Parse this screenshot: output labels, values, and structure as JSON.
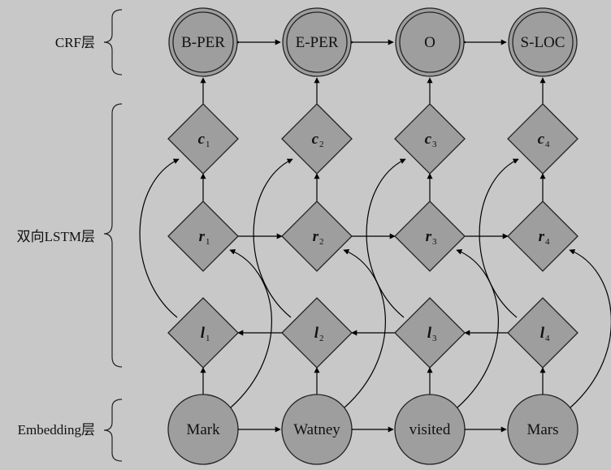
{
  "layers": {
    "crf": "CRF层",
    "bilstm": "双向LSTM层",
    "embedding": "Embedding层"
  },
  "crf_nodes": [
    "B-PER",
    "E-PER",
    "O",
    "S-LOC"
  ],
  "c_nodes": [
    {
      "symbol": "c",
      "sub": "1"
    },
    {
      "symbol": "c",
      "sub": "2"
    },
    {
      "symbol": "c",
      "sub": "3"
    },
    {
      "symbol": "c",
      "sub": "4"
    }
  ],
  "r_nodes": [
    {
      "symbol": "r",
      "sub": "1"
    },
    {
      "symbol": "r",
      "sub": "2"
    },
    {
      "symbol": "r",
      "sub": "3"
    },
    {
      "symbol": "r",
      "sub": "4"
    }
  ],
  "l_nodes": [
    {
      "symbol": "l",
      "sub": "1"
    },
    {
      "symbol": "l",
      "sub": "2"
    },
    {
      "symbol": "l",
      "sub": "3"
    },
    {
      "symbol": "l",
      "sub": "4"
    }
  ],
  "embedding_nodes": [
    "Mark",
    "Watney",
    "visited",
    "Mars"
  ]
}
